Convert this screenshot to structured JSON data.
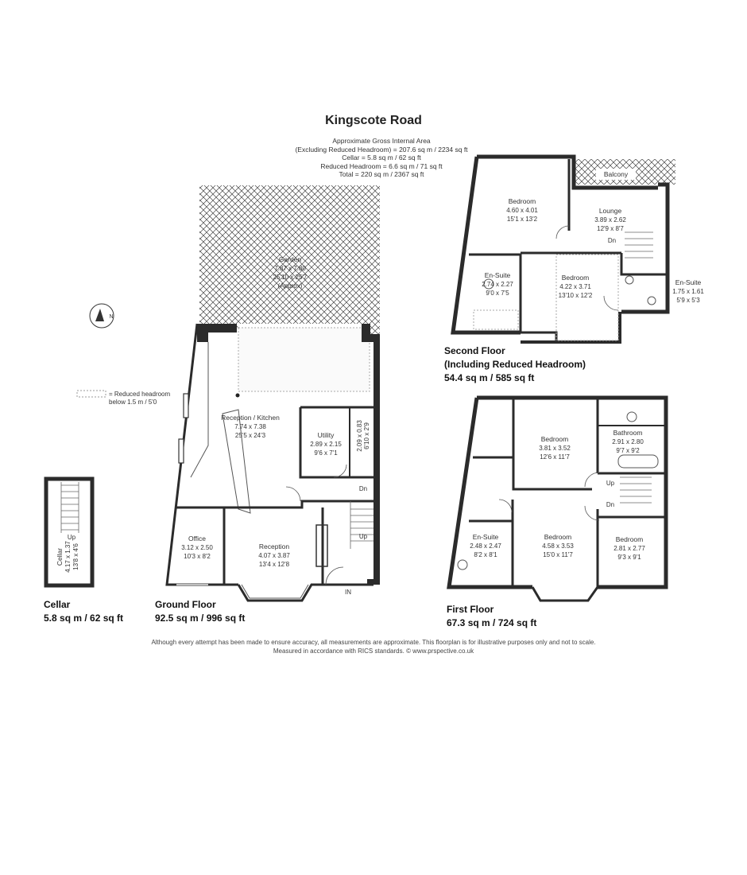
{
  "title": "Kingscote Road",
  "areas": [
    "Approximate Gross Internal Area",
    "(Excluding Reduced Headroom) = 207.6 sq m / 2234 sq ft",
    "Cellar = 5.8 sq m / 62 sq ft",
    "Reduced Headroom = 6.6 sq m / 71 sq ft",
    "Total = 220 sq m / 2367 sq ft"
  ],
  "legend": {
    "line1": "= Reduced headroom",
    "line2": "below 1.5 m / 5'0"
  },
  "compass": "N",
  "rooms": {
    "garden": {
      "name": "Garden",
      "dim_m": "7.87 x 7.80",
      "dim_ft": "25'10 x 25'7",
      "note": "(Approx)"
    },
    "reception_kitchen": {
      "name": "Reception / Kitchen",
      "dim_m": "7.74 x 7.38",
      "dim_ft": "25'5 x 24'3"
    },
    "utility": {
      "name": "Utility",
      "dim_m": "2.89 x 2.15",
      "dim_ft": "9'6 x 7'1"
    },
    "store": {
      "dim_m": "2.09 x 0.83",
      "dim_ft": "6'10 x 2'9"
    },
    "office": {
      "name": "Office",
      "dim_m": "3.12 x 2.50",
      "dim_ft": "10'3 x 8'2"
    },
    "reception": {
      "name": "Reception",
      "dim_m": "4.07 x 3.87",
      "dim_ft": "13'4 x 12'8"
    },
    "cellar": {
      "name": "Cellar",
      "dim_m": "4.17 x 1.37",
      "dim_ft": "13'8 x 4'6"
    },
    "sf_bedroom1": {
      "name": "Bedroom",
      "dim_m": "4.60 x 4.01",
      "dim_ft": "15'1 x 13'2"
    },
    "sf_lounge": {
      "name": "Lounge",
      "dim_m": "3.89 x 2.62",
      "dim_ft": "12'9 x 8'7"
    },
    "sf_balcony": {
      "name": "Balcony"
    },
    "sf_ensuite1": {
      "name": "En-Suite",
      "dim_m": "2.74 x 2.27",
      "dim_ft": "9'0 x 7'5"
    },
    "sf_bedroom2": {
      "name": "Bedroom",
      "dim_m": "4.22 x 3.71",
      "dim_ft": "13'10 x 12'2"
    },
    "sf_ensuite2": {
      "name": "En-Suite",
      "dim_m": "1.75 x 1.61",
      "dim_ft": "5'9 x 5'3"
    },
    "ff_bedroom1": {
      "name": "Bedroom",
      "dim_m": "3.81 x 3.52",
      "dim_ft": "12'6 x 11'7"
    },
    "ff_bathroom": {
      "name": "Bathroom",
      "dim_m": "2.91 x 2.80",
      "dim_ft": "9'7 x 9'2"
    },
    "ff_ensuite": {
      "name": "En-Suite",
      "dim_m": "2.48 x 2.47",
      "dim_ft": "8'2 x 8'1"
    },
    "ff_bedroom2": {
      "name": "Bedroom",
      "dim_m": "4.58 x 3.53",
      "dim_ft": "15'0 x 11'7"
    },
    "ff_bedroom3": {
      "name": "Bedroom",
      "dim_m": "2.81 x 2.77",
      "dim_ft": "9'3 x 9'1"
    }
  },
  "stairs": {
    "up": "Up",
    "dn": "Dn",
    "in": "IN"
  },
  "floors": {
    "cellar": {
      "name": "Cellar",
      "area": "5.8 sq m / 62 sq ft"
    },
    "ground": {
      "name": "Ground Floor",
      "area": "92.5 sq m / 996 sq ft"
    },
    "second": {
      "name": "Second Floor",
      "sub": "(Including Reduced Headroom)",
      "area": "54.4 sq m / 585 sq ft"
    },
    "first": {
      "name": "First Floor",
      "area": "67.3 sq m / 724 sq ft"
    }
  },
  "disclaimer": [
    "Although every attempt has been made to ensure accuracy, all measurements are approximate. This floorplan is for illustrative purposes only and not to scale.",
    "Measured in accordance with RICS standards. © www.prspective.co.uk"
  ],
  "colors": {
    "wall": "#2b2b2b",
    "line": "#555555",
    "hatch": "#444444"
  }
}
